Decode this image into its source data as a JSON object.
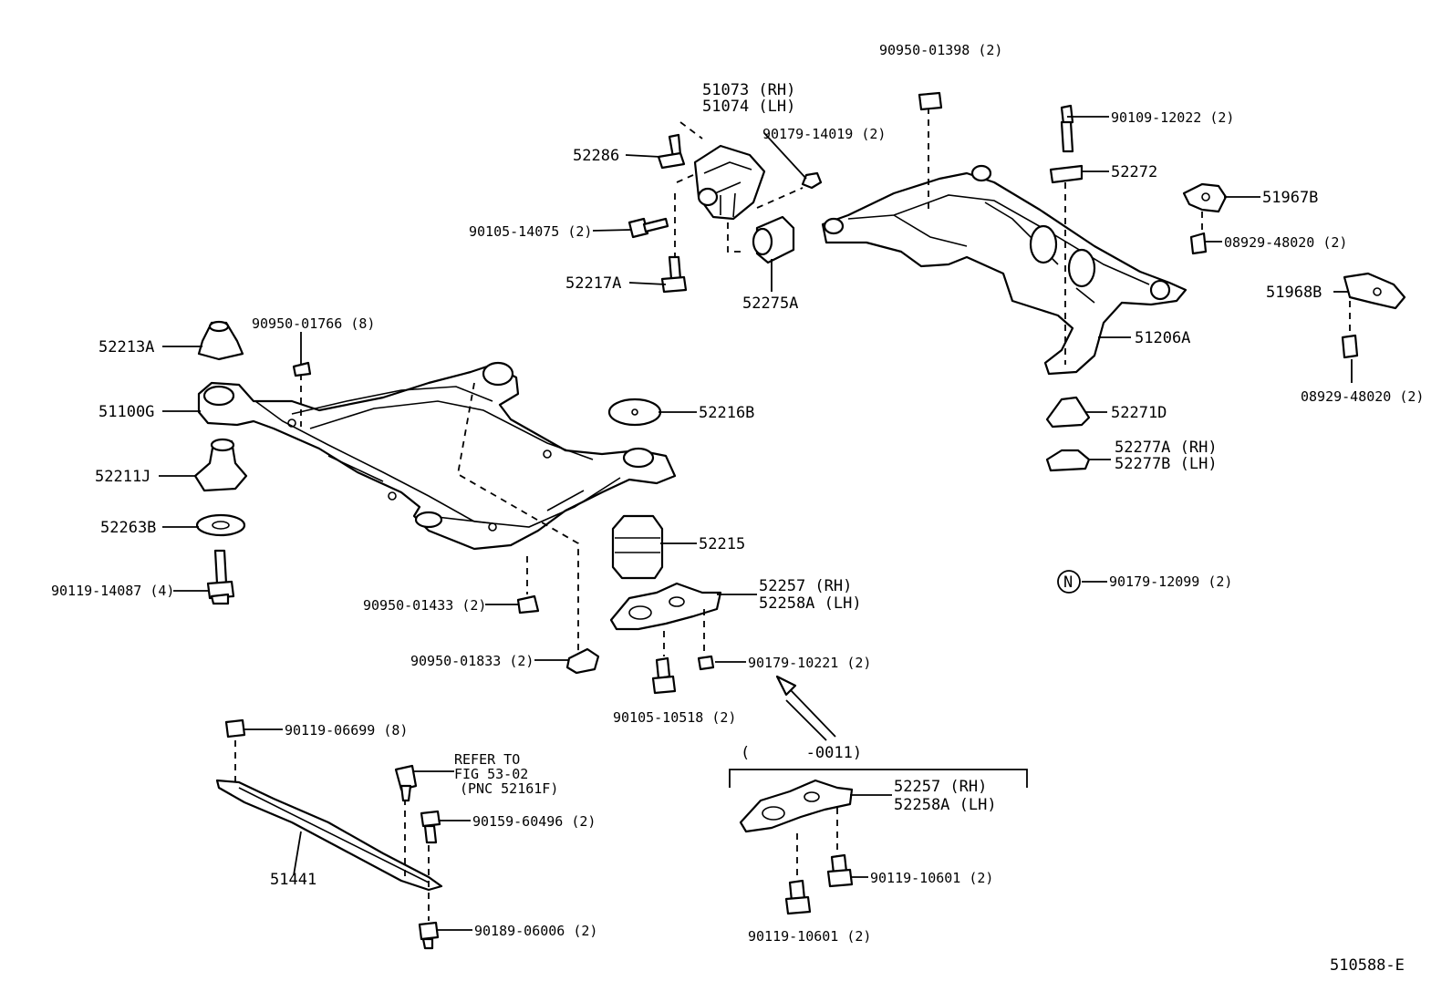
{
  "figure_code": "510588-E",
  "labels": {
    "p51073": "51073 (RH)",
    "p51074": "51074 (LH)",
    "p90950_01398": "90950-01398 (2)",
    "p90179_14019": "90179-14019 (2)",
    "p52286": "52286",
    "p90105_14075": "90105-14075 (2)",
    "p52217A": "52217A",
    "p52275A": "52275A",
    "p90109_12022": "90109-12022 (2)",
    "p52272": "52272",
    "p51967B": "51967B",
    "p08929_48020_a": "08929-48020 (2)",
    "p51968B": "51968B",
    "p08929_48020_b": "08929-48020 (2)",
    "p51206A": "51206A",
    "p52213A": "52213A",
    "p90950_01766": "90950-01766 (8)",
    "p51100G": "51100G",
    "p52216B": "52216B",
    "p52211J": "52211J",
    "p52263B": "52263B",
    "p90119_14087": "90119-14087 (4)",
    "p52215": "52215",
    "p52271D": "52271D",
    "p52277A": "52277A (RH)",
    "p52277B": "52277B (LH)",
    "p90950_01433": "90950-01433 (2)",
    "p52257_a": "52257  (RH)",
    "p52258A_a": "52258A (LH)",
    "n_mark": "N",
    "p90179_12099": "90179-12099 (2)",
    "p90950_01833": "90950-01833 (2)",
    "p90179_10221": "90179-10221 (2)",
    "p90105_10518": "90105-10518 (2)",
    "p90119_06699": "90119-06699 (8)",
    "refer_1": "REFER TO",
    "refer_2": "FIG 53-02",
    "refer_3": "(PNC 52161F)",
    "p90159_60496": "90159-60496 (2)",
    "p51441": "51441",
    "p90189_06006": "90189-06006 (2)",
    "range": "(      -0011)",
    "p52257_b": "52257  (RH)",
    "p52258A_b": "52258A (LH)",
    "p90119_10601_a": "90119-10601 (2)",
    "p90119_10601_b": "90119-10601 (2)"
  }
}
